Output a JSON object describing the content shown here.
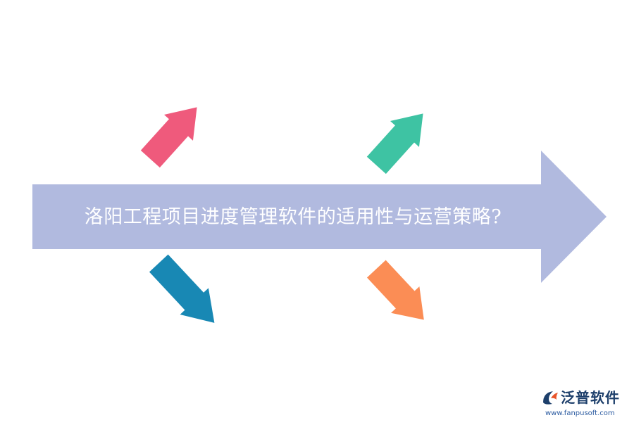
{
  "diagram": {
    "title": "洛阳工程项目进度管理软件的适用性与运营策略?",
    "main_arrow_color": "#b1badf",
    "title_color": "#ffffff",
    "small_arrows": [
      {
        "id": "upper-left",
        "direction": "up-right",
        "color": "#ef5a7c"
      },
      {
        "id": "upper-right",
        "direction": "up-right",
        "color": "#3ec3a3"
      },
      {
        "id": "lower-left",
        "direction": "down-right",
        "color": "#1888b4"
      },
      {
        "id": "lower-right",
        "direction": "down-right",
        "color": "#fb8d55"
      }
    ]
  },
  "logo": {
    "name": "泛普软件",
    "url": "www.fanpusoft.com",
    "icon": "fanpu-logo-icon",
    "colors": {
      "primary": "#1d3f6b",
      "accent": "#e8542a"
    }
  }
}
